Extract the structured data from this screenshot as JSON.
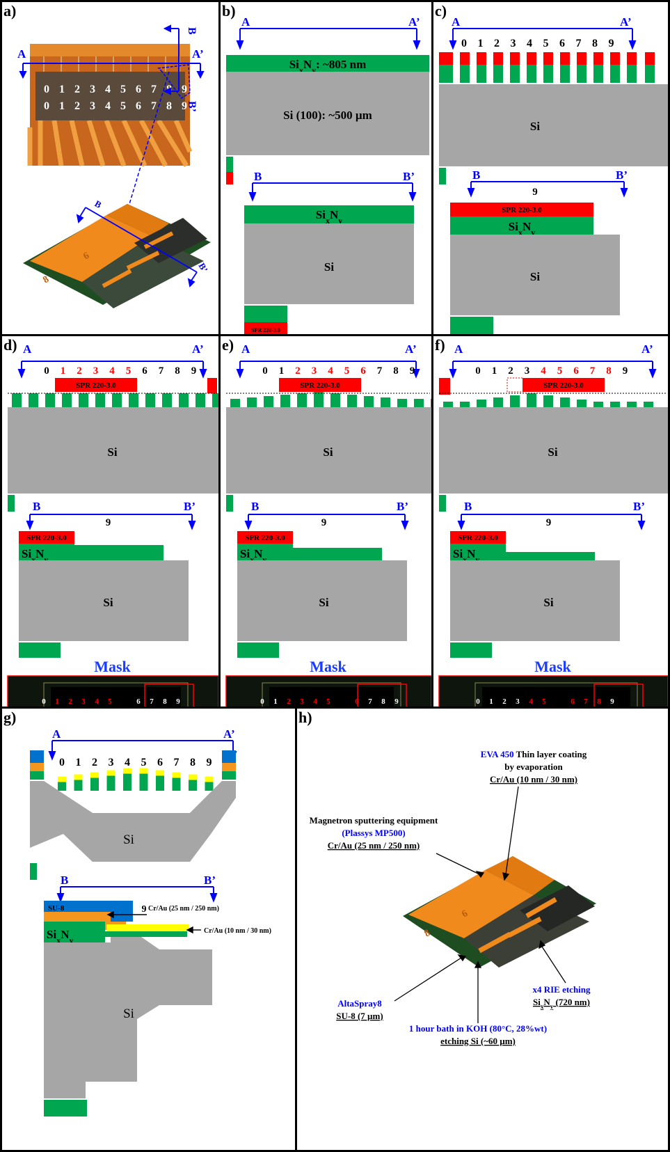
{
  "panels": {
    "a": {
      "label": "a)",
      "A": "A",
      "A2": "A’",
      "B": "B",
      "B2": "B’",
      "digits": [
        "0",
        "1",
        "2",
        "3",
        "4",
        "5",
        "6",
        "7",
        "8",
        "9"
      ],
      "die_six": "6",
      "die_eight": "8"
    },
    "b": {
      "label": "b)",
      "A": "A",
      "A2": "A’",
      "B": "B",
      "B2": "B’",
      "sin_top": "SixNy: ~805 nm",
      "si_top": "Si (100): ~500 µm",
      "sin_bottom": "SixNy",
      "si_bottom": "Si",
      "spr": "SPR 220-3.0"
    },
    "c": {
      "label": "c)",
      "A": "A",
      "A2": "A’",
      "B": "B",
      "B2": "B’",
      "digits": [
        "0",
        "1",
        "2",
        "3",
        "4",
        "5",
        "6",
        "7",
        "8",
        "9"
      ],
      "si": "Si",
      "nine": "9",
      "spr": "SPR 220-3.0",
      "sin": "SixNy"
    },
    "d": {
      "label": "d)",
      "A": "A",
      "A2": "A’",
      "B": "B",
      "B2": "B’",
      "digits": [
        "0",
        "1",
        "2",
        "3",
        "4",
        "5",
        "6",
        "7",
        "8",
        "9"
      ],
      "red_digits": [
        1,
        2,
        3,
        4,
        5
      ],
      "spr": "SPR 220-3.0",
      "si": "Si",
      "nine": "9",
      "sin": "SixNy",
      "mask": "Mask"
    },
    "e": {
      "label": "e)",
      "A": "A",
      "A2": "A’",
      "B": "B",
      "B2": "B’",
      "digits": [
        "0",
        "1",
        "2",
        "3",
        "4",
        "5",
        "6",
        "7",
        "8",
        "9"
      ],
      "red_digits": [
        2,
        3,
        4,
        5,
        6
      ],
      "spr": "SPR 220-3.0",
      "si": "Si",
      "nine": "9",
      "sin": "SixNy",
      "mask": "Mask"
    },
    "f": {
      "label": "f)",
      "A": "A",
      "A2": "A’",
      "B": "B",
      "B2": "B’",
      "digits": [
        "0",
        "1",
        "2",
        "3",
        "4",
        "5",
        "6",
        "7",
        "8",
        "9"
      ],
      "red_digits": [
        4,
        5,
        6,
        7,
        8
      ],
      "spr": "SPR 220-3.0",
      "si": "Si",
      "nine": "9",
      "sin": "SixNy",
      "mask": "Mask"
    },
    "g": {
      "label": "g)",
      "A": "A",
      "A2": "A’",
      "B": "B",
      "B2": "B’",
      "digits": [
        "0",
        "1",
        "2",
        "3",
        "4",
        "5",
        "6",
        "7",
        "8",
        "9"
      ],
      "si": "Si",
      "nine": "9",
      "su8": "SU-8",
      "sin": "SixNy",
      "crau_thick": "Cr/Au (25 nm / 250 nm)",
      "crau_thin": "Cr/Au (10 nm / 30 nm)"
    },
    "h": {
      "label": "h)",
      "eva_brand": "EVA 450",
      "eva_rest": " Thin layer coating",
      "eva_line2": "by evaporation",
      "eva_line3": "Cr/Au (10 nm / 30 nm)",
      "mag_line1": "Magnetron sputtering equipment",
      "mag_line2": "(Plassys MP500)",
      "mag_line3": "Cr/Au (25 nm / 250 nm)",
      "alta_line1": "AltaSpray8",
      "alta_line2": "SU-8 (7 µm)",
      "rie_line1": "x4 RIE etching",
      "rie_line2": "SixNy (720 nm)",
      "koh_line1": "1 hour bath in KOH (80°C, 28%wt)",
      "koh_line2": "etching Si (~60 µm)",
      "die_six": "6",
      "die_eight": "8"
    }
  },
  "colors": {
    "sin": "#00a650",
    "si": "#a6a6a6",
    "spr": "#ff0000",
    "arrow": "#0000ff",
    "su8": "#0072ce",
    "crau": "#f5961e",
    "crau_thin": "#ffff00",
    "chip": "#f08a1c",
    "mask_bg": "#0d150d"
  }
}
